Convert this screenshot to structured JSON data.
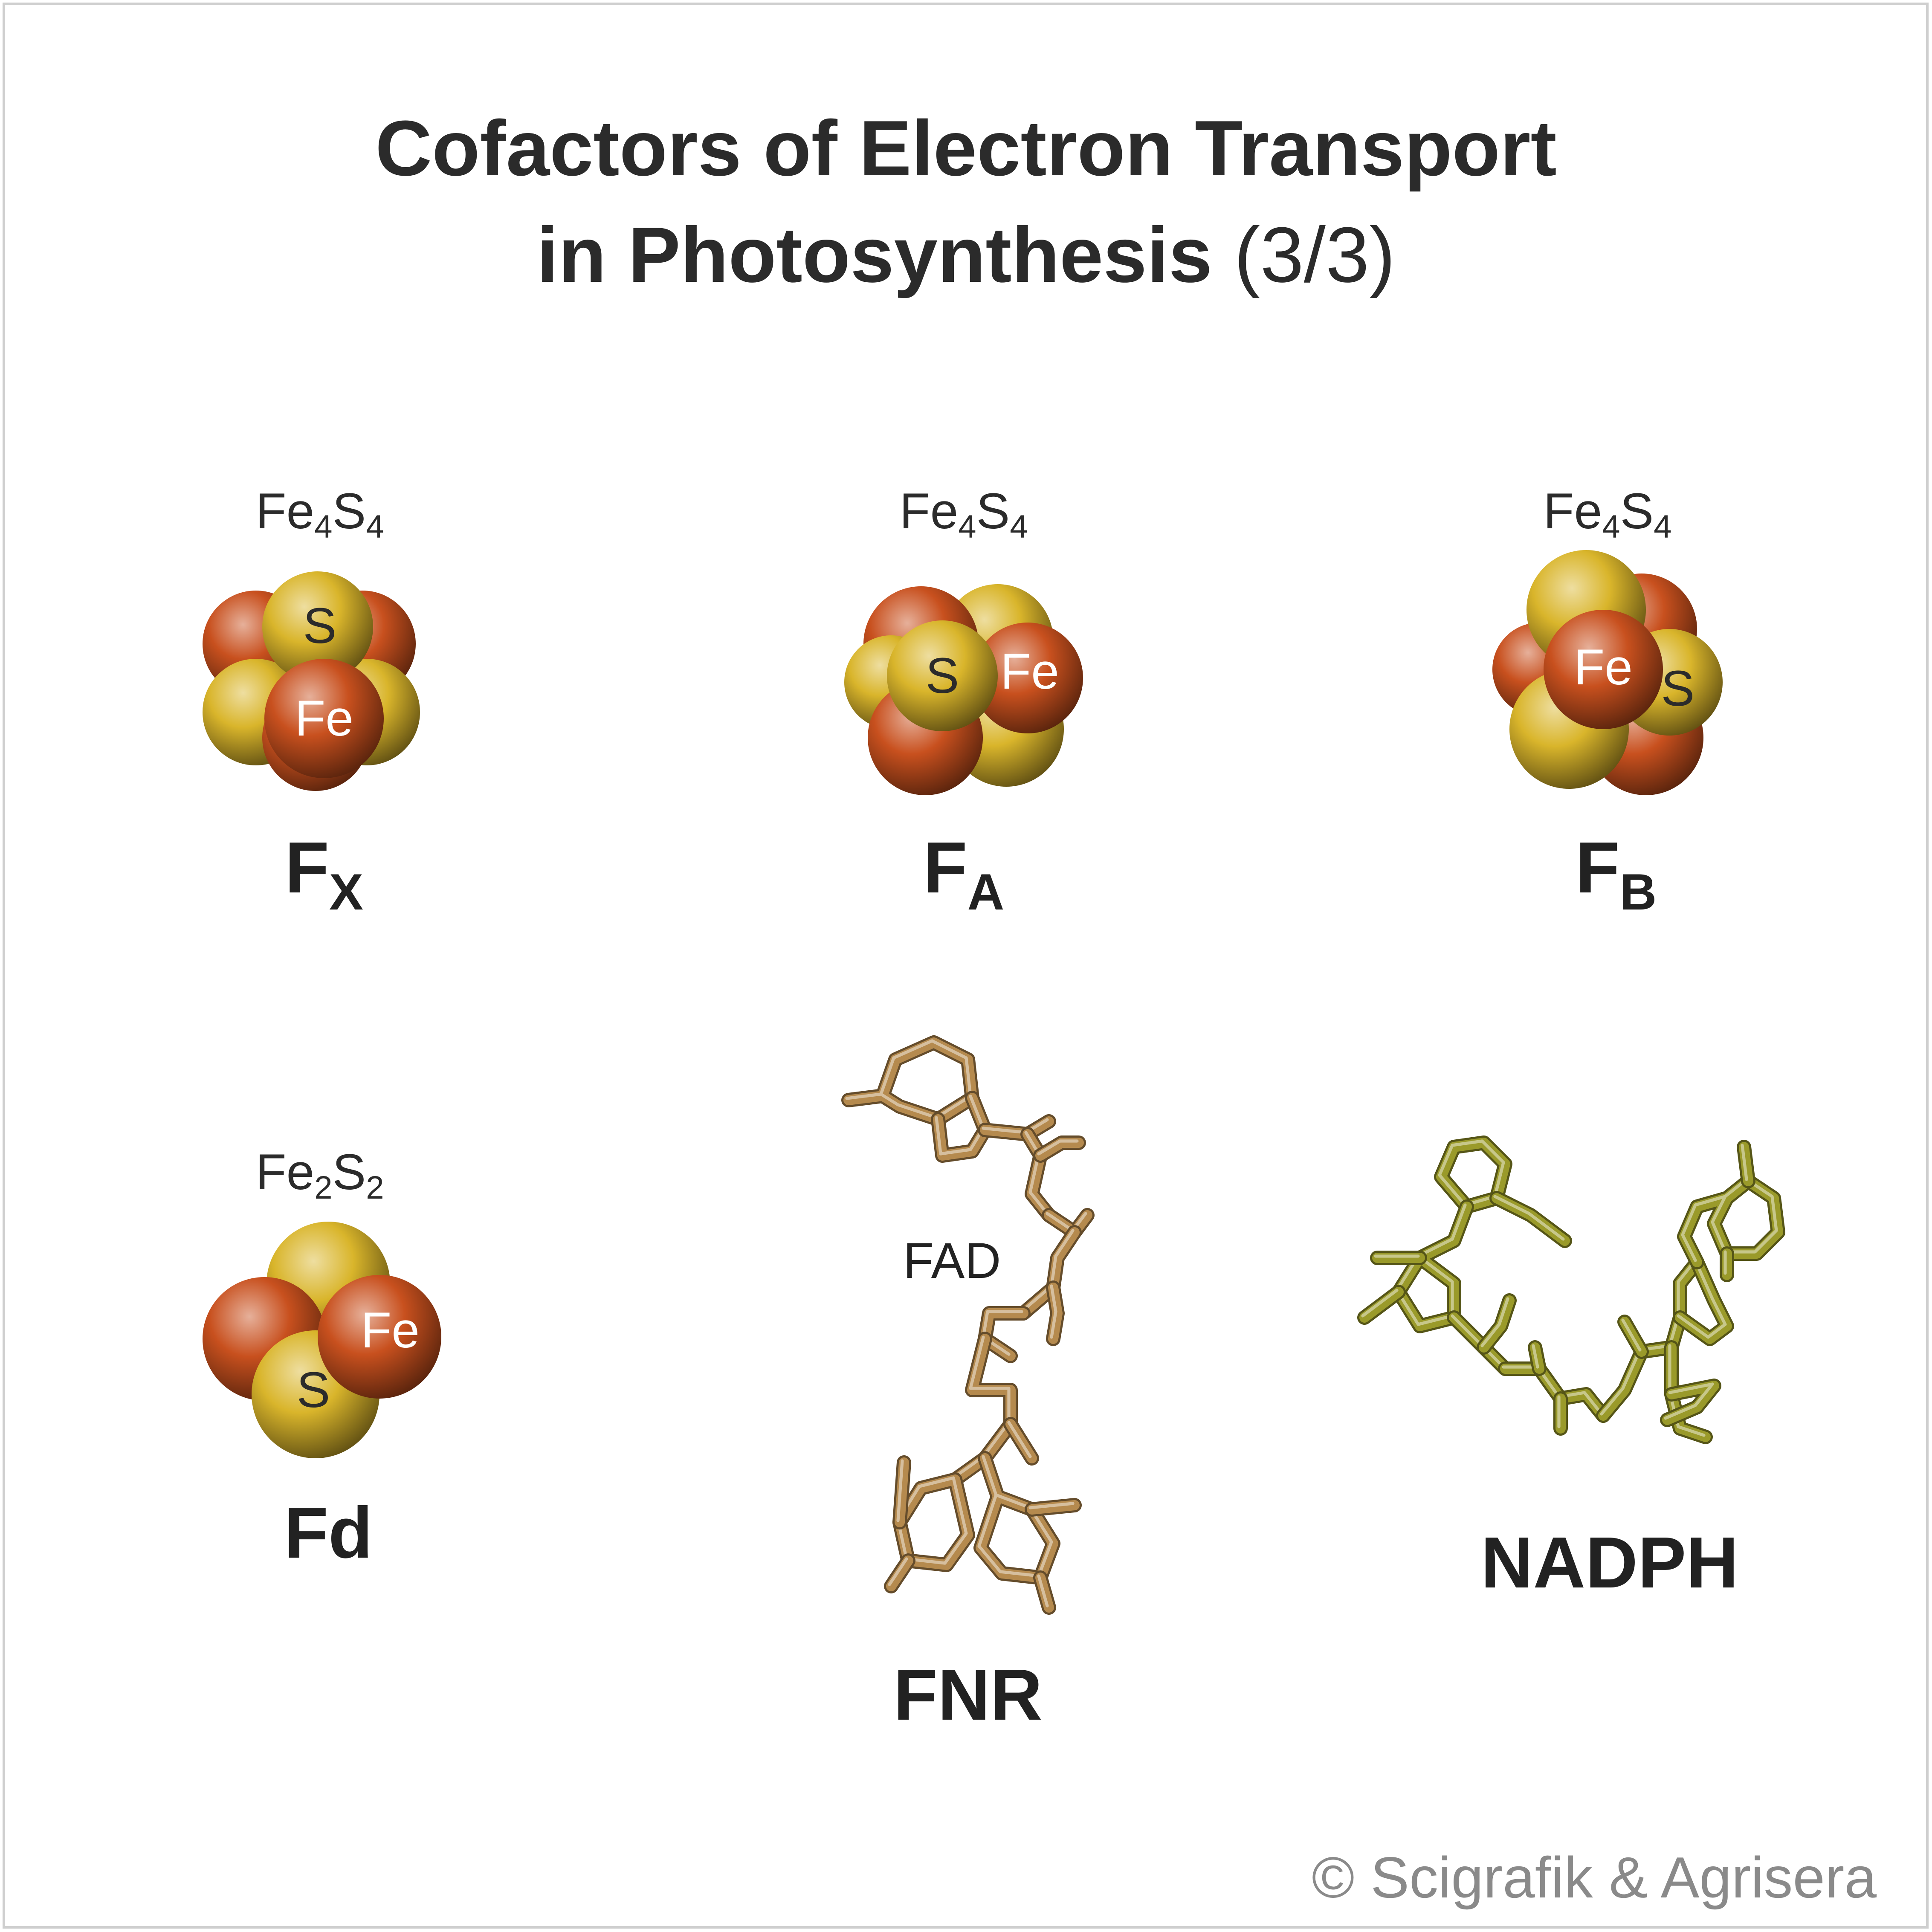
{
  "title": {
    "line1": "Cofactors of Electron Transport",
    "line2_bold": "in Photosynthesis",
    "line2_light": "(3/3)"
  },
  "cofactors": [
    {
      "formula_base1": "Fe",
      "formula_sub1": "4",
      "formula_base2": "S",
      "formula_sub2": "4",
      "label_main": "F",
      "label_sub": "X",
      "atoms": [
        "S",
        "Fe"
      ]
    },
    {
      "formula_base1": "Fe",
      "formula_sub1": "4",
      "formula_base2": "S",
      "formula_sub2": "4",
      "label_main": "F",
      "label_sub": "A",
      "atoms": [
        "S",
        "Fe"
      ]
    },
    {
      "formula_base1": "Fe",
      "formula_sub1": "4",
      "formula_base2": "S",
      "formula_sub2": "4",
      "label_main": "F",
      "label_sub": "B",
      "atoms": [
        "Fe",
        "S"
      ]
    },
    {
      "formula_base1": "Fe",
      "formula_sub1": "2",
      "formula_base2": "S",
      "formula_sub2": "2",
      "label_main": "Fd",
      "atoms": [
        "Fe",
        "S"
      ]
    }
  ],
  "fad_label": "FAD",
  "fnr_label": "FNR",
  "nadph_label": "NADPH",
  "copyright": "© Scigrafik & Agrisera",
  "colors": {
    "iron": "#c8501e",
    "sulfur": "#d9b52b",
    "fad_stick": "#b58a4e",
    "nadph_stick": "#9a9a2a",
    "text": "#2b2b2b",
    "frame": "#cfcfcf"
  }
}
